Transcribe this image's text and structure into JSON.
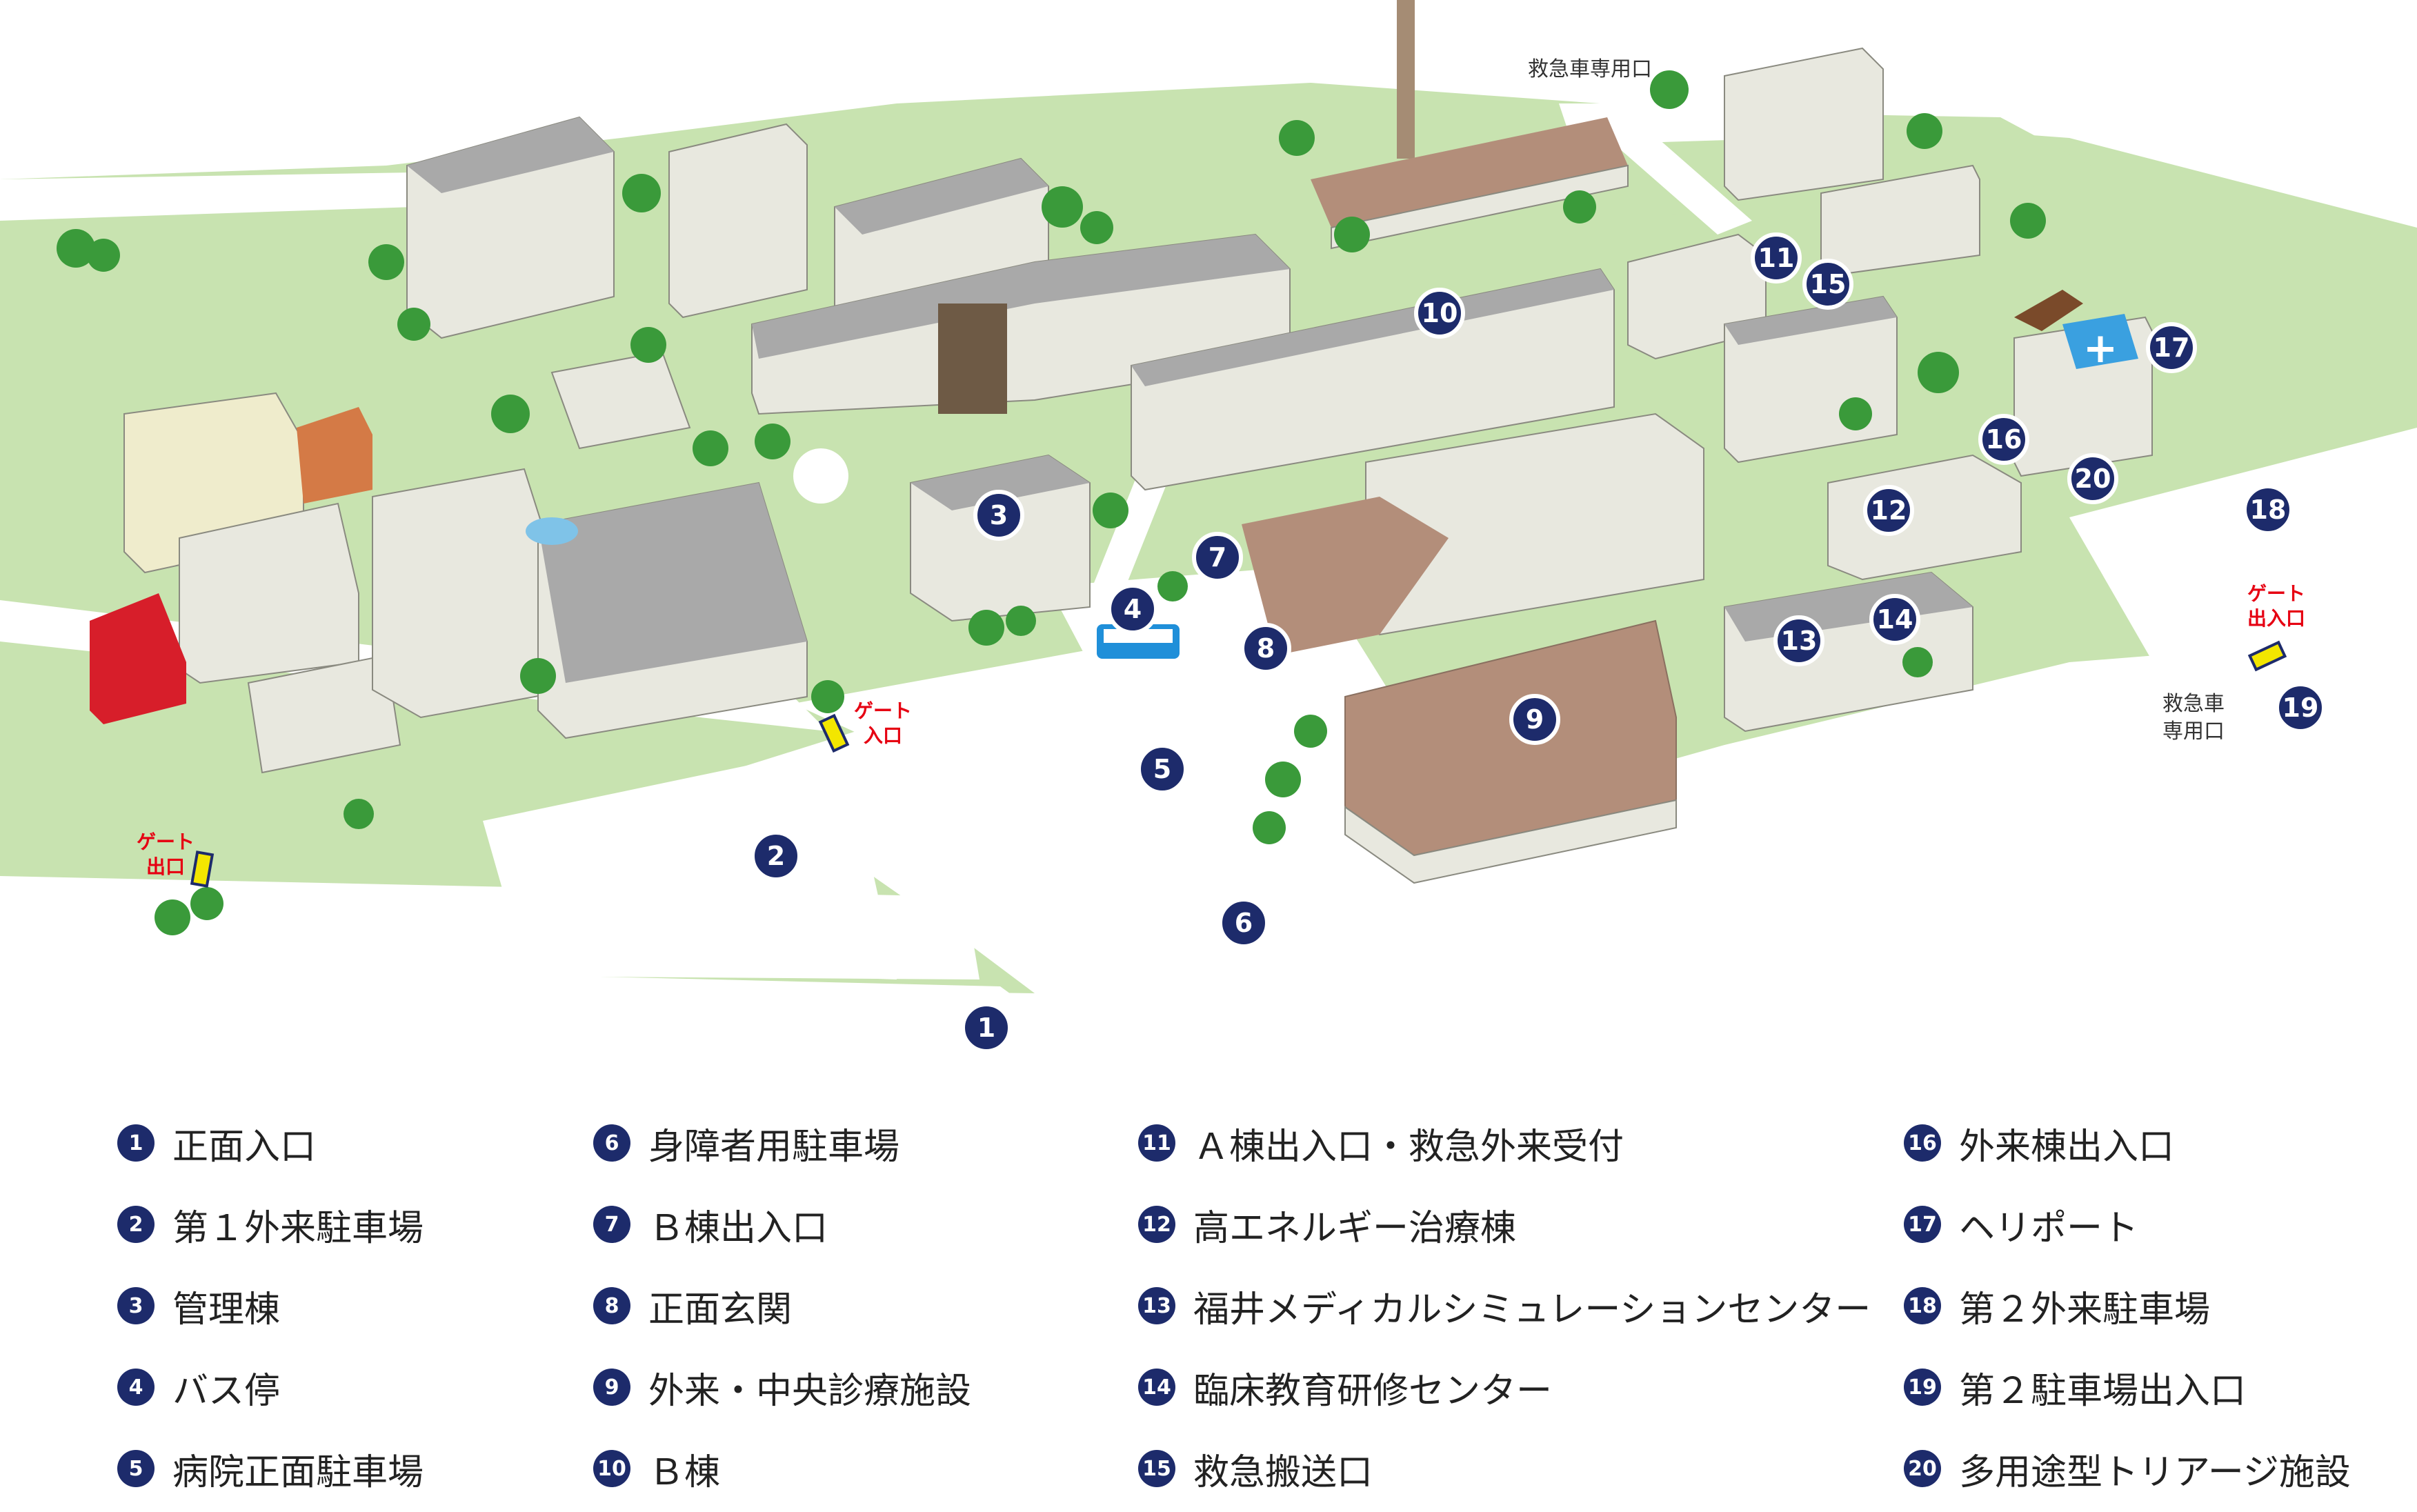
{
  "colors": {
    "park": "#c8e3b0",
    "road": "#ffffff",
    "building": "#e8e8df",
    "roof": "#a9a9a9",
    "brown_roof": "#b38e7a",
    "badge": "#1d2b6b",
    "gate_text": "#e60012",
    "tree": "#3a9a3a"
  },
  "map": {
    "markers": [
      {
        "n": "1"
      },
      {
        "n": "2"
      },
      {
        "n": "3"
      },
      {
        "n": "4"
      },
      {
        "n": "5"
      },
      {
        "n": "6"
      },
      {
        "n": "7"
      },
      {
        "n": "8"
      },
      {
        "n": "9"
      },
      {
        "n": "10"
      },
      {
        "n": "11"
      },
      {
        "n": "12"
      },
      {
        "n": "13"
      },
      {
        "n": "14"
      },
      {
        "n": "15"
      },
      {
        "n": "16"
      },
      {
        "n": "17"
      },
      {
        "n": "18"
      },
      {
        "n": "19"
      },
      {
        "n": "20"
      }
    ],
    "labels": {
      "ambulance_top": "救急車専用口",
      "ambulance_right_1": "救急車",
      "ambulance_right_2": "専用口",
      "gate_exit_1": "ゲート",
      "gate_exit_2": "出口",
      "gate_entry_1": "ゲート",
      "gate_entry_2": "入口",
      "gate_both_1": "ゲート",
      "gate_both_2": "出入口"
    }
  },
  "legend": [
    {
      "n": "1",
      "label": "正面入口"
    },
    {
      "n": "2",
      "label": "第１外来駐車場"
    },
    {
      "n": "3",
      "label": "管理棟"
    },
    {
      "n": "4",
      "label": "バス停"
    },
    {
      "n": "5",
      "label": "病院正面駐車場"
    },
    {
      "n": "6",
      "label": "身障者用駐車場"
    },
    {
      "n": "7",
      "label": "Ｂ棟出入口"
    },
    {
      "n": "8",
      "label": "正面玄関"
    },
    {
      "n": "9",
      "label": "外来・中央診療施設"
    },
    {
      "n": "10",
      "label": "Ｂ棟"
    },
    {
      "n": "11",
      "label": "Ａ棟出入口・救急外来受付"
    },
    {
      "n": "12",
      "label": "高エネルギー治療棟"
    },
    {
      "n": "13",
      "label": "福井メディカルシミュレーションセンター"
    },
    {
      "n": "14",
      "label": "臨床教育研修センター"
    },
    {
      "n": "15",
      "label": "救急搬送口"
    },
    {
      "n": "16",
      "label": "外来棟出入口"
    },
    {
      "n": "17",
      "label": "ヘリポート"
    },
    {
      "n": "18",
      "label": "第２外来駐車場"
    },
    {
      "n": "19",
      "label": "第２駐車場出入口"
    },
    {
      "n": "20",
      "label": "多用途型トリアージ施設"
    }
  ]
}
